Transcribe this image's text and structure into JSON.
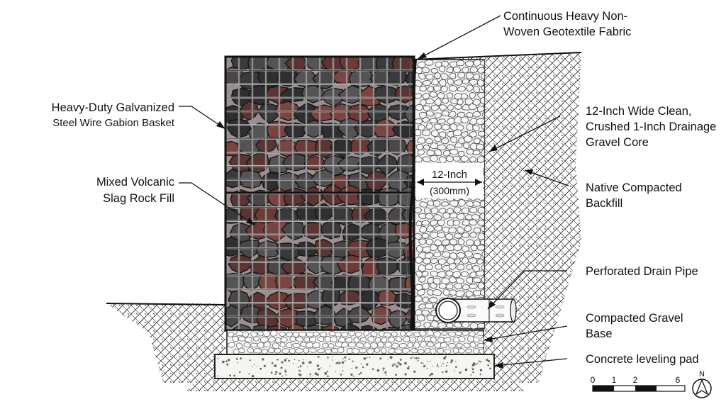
{
  "diagram": {
    "labels": {
      "geotextile_1": "Continuous Heavy Non-",
      "geotextile_2": "Woven Geotextile Fabric",
      "basket_1": "Heavy-Duty Galvanized",
      "basket_2": "Steel Wire Gabion Basket",
      "fill_1": "Mixed Volcanic",
      "fill_2": "Slag Rock Fill",
      "gravel_core_1": "12-Inch Wide Clean,",
      "gravel_core_2": "Crushed 1-Inch Drainage",
      "gravel_core_3": "Gravel Core",
      "backfill_1": "Native Compacted",
      "backfill_2": "Backfill",
      "drain_pipe": "Perforated Drain Pipe",
      "gravel_base_1": "Compacted Gravel",
      "gravel_base_2": "Base",
      "leveling_pad": "Concrete leveling pad"
    },
    "dimension": {
      "width": "12-Inch",
      "metric": "(300mm)"
    },
    "scale_bar": {
      "ticks": [
        "0",
        "1",
        "2",
        "6"
      ]
    },
    "north_arrow": {
      "letter": "N"
    },
    "colors": {
      "line": "#111111",
      "rock_dark": "#3a3a3d",
      "rock_red": "#6e3a37",
      "gravel": "#f3f3f3",
      "pad": "#f5f5f2"
    }
  }
}
